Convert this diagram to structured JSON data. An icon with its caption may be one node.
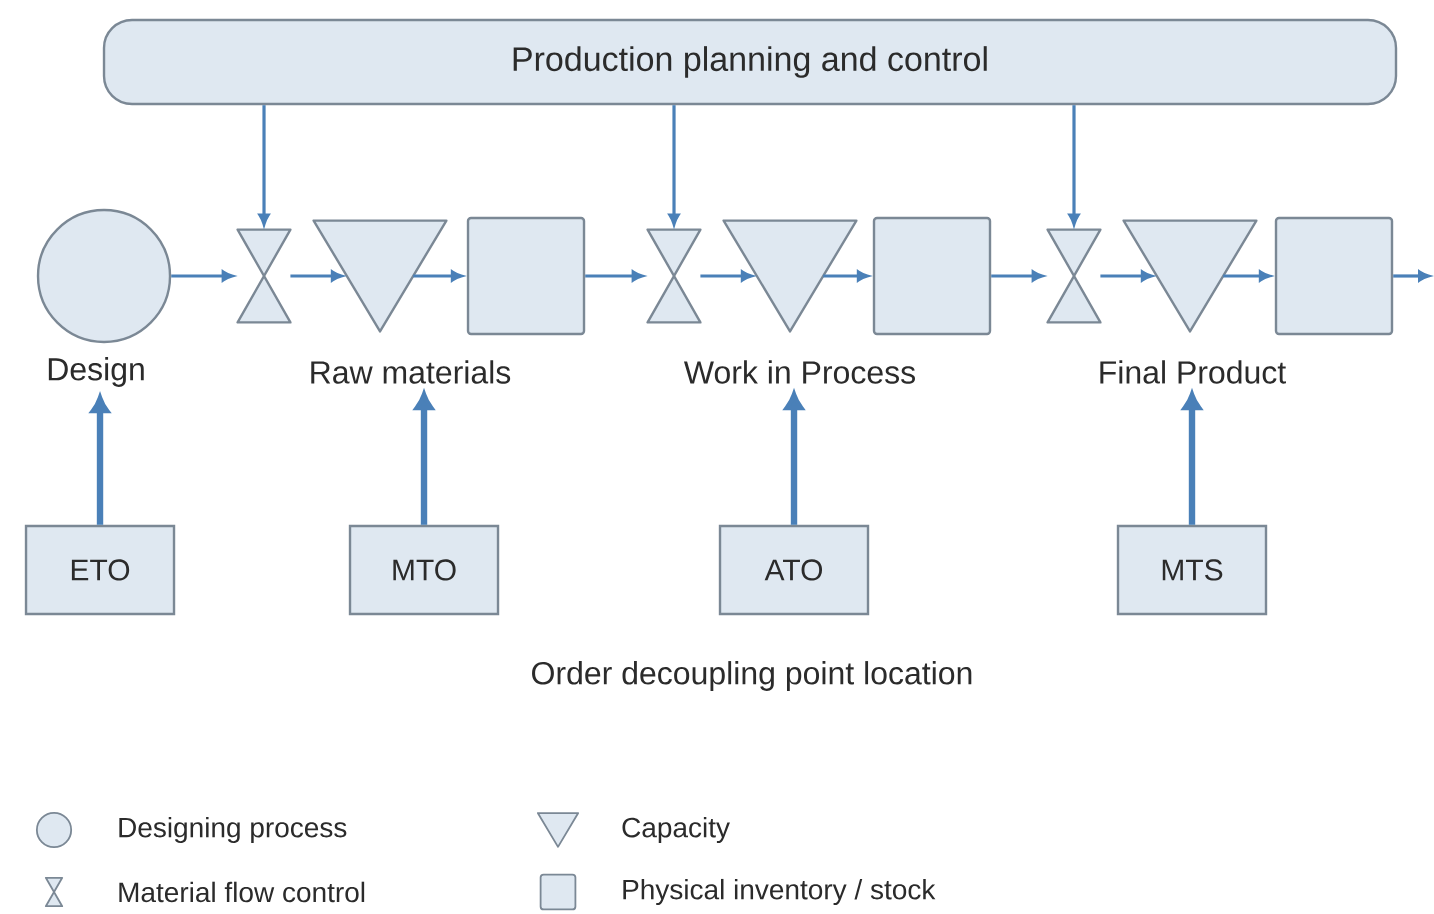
{
  "diagram": {
    "nodes": [
      {
        "text": [
          "Production planning and control"
        ]
      },
      {
        "text": [],
        "shape": "circle"
      },
      {
        "text": [],
        "shape": "hourglass"
      },
      {
        "text": [],
        "shape": "triangle"
      },
      {
        "text": [],
        "shape": "box"
      },
      {
        "text": [],
        "shape": "hourglass"
      },
      {
        "text": [],
        "shape": "triangle"
      },
      {
        "text": [],
        "shape": "box"
      },
      {
        "text": [],
        "shape": "hourglass"
      },
      {
        "text": [],
        "shape": "triangle"
      },
      {
        "text": [],
        "shape": "box"
      },
      {
        "text": [
          "Design"
        ]
      },
      {
        "text": [
          "Raw materials"
        ]
      },
      {
        "text": [
          "Work in Process"
        ]
      },
      {
        "text": [
          "Final Product"
        ]
      },
      {
        "text": [
          "ETO"
        ]
      },
      {
        "text": [
          "MTO"
        ]
      },
      {
        "text": [
          "ATO"
        ]
      },
      {
        "text": [
          "MTS"
        ]
      }
    ],
    "edges": [
      {
        "from": 0,
        "to": 2,
        "arrow": "to"
      },
      {
        "from": 0,
        "to": 5,
        "arrow": "to"
      },
      {
        "from": 0,
        "to": 8,
        "arrow": "to"
      },
      {
        "from": 1,
        "to": 2,
        "arrow": "to"
      },
      {
        "from": 2,
        "to": 3,
        "arrow": "to"
      },
      {
        "from": 3,
        "to": 4,
        "arrow": "to"
      },
      {
        "from": 4,
        "to": 5,
        "arrow": "to"
      },
      {
        "from": 5,
        "to": 6,
        "arrow": "to"
      },
      {
        "from": 6,
        "to": 7,
        "arrow": "to"
      },
      {
        "from": 7,
        "to": 8,
        "arrow": "to"
      },
      {
        "from": 8,
        "to": 9,
        "arrow": "to"
      },
      {
        "from": 9,
        "to": 10,
        "arrow": "to"
      },
      {
        "from": 10,
        "to": null,
        "arrow": "to"
      },
      {
        "from": 15,
        "to": 11,
        "arrow": "to",
        "style": "thick"
      },
      {
        "from": 16,
        "to": 12,
        "arrow": "to",
        "style": "thick"
      },
      {
        "from": 17,
        "to": 13,
        "arrow": "to",
        "style": "thick"
      },
      {
        "from": 18,
        "to": 14,
        "arrow": "to",
        "style": "thick"
      }
    ],
    "labels": [
      "Order decoupling point location"
    ],
    "legend": [
      {
        "text": "Designing process"
      },
      {
        "text": "Capacity"
      },
      {
        "text": "Material flow control"
      },
      {
        "text": "Physical inventory / stock"
      }
    ]
  }
}
